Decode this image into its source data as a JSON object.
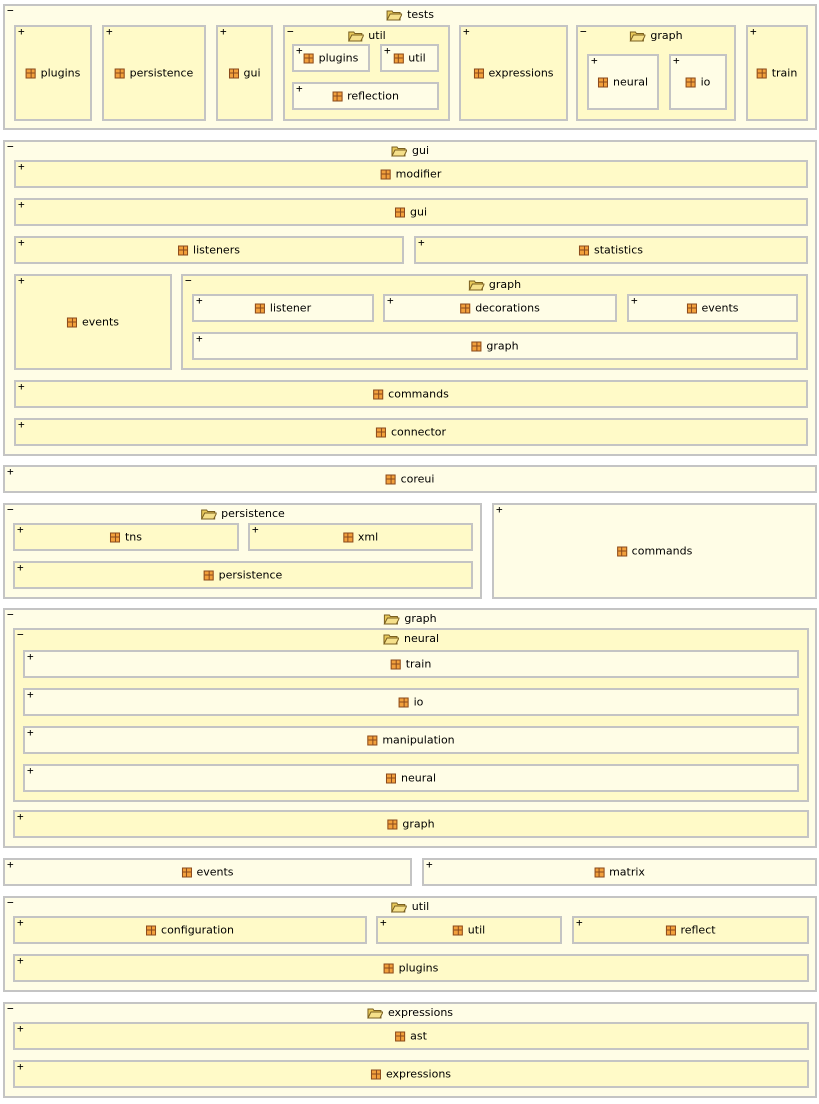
{
  "packages": {
    "tests": {
      "label": "tests",
      "toggle": "−",
      "plugins": "plugins",
      "persistence": "persistence",
      "gui": "gui",
      "util": {
        "label": "util",
        "toggle": "−",
        "plugins": "plugins",
        "util": "util",
        "reflection": "reflection"
      },
      "expressions": "expressions",
      "graph": {
        "label": "graph",
        "toggle": "−",
        "neural": "neural",
        "io": "io"
      },
      "train": "train"
    },
    "gui": {
      "label": "gui",
      "toggle": "−",
      "modifier": "modifier",
      "gui": "gui",
      "listeners": "listeners",
      "statistics": "statistics",
      "events": "events",
      "graph": {
        "label": "graph",
        "toggle": "−",
        "listener": "listener",
        "decorations": "decorations",
        "events": "events",
        "graph": "graph"
      },
      "commands": "commands",
      "connector": "connector"
    },
    "coreui": {
      "label": "coreui"
    },
    "persistence": {
      "label": "persistence",
      "toggle": "−",
      "tns": "tns",
      "xml": "xml",
      "persistence": "persistence"
    },
    "commands": {
      "label": "commands"
    },
    "graph": {
      "label": "graph",
      "toggle": "−",
      "neural": {
        "label": "neural",
        "toggle": "−",
        "train": "train",
        "io": "io",
        "manipulation": "manipulation",
        "neural": "neural"
      },
      "graph": "graph"
    },
    "events": {
      "label": "events"
    },
    "matrix": {
      "label": "matrix"
    },
    "util": {
      "label": "util",
      "toggle": "−",
      "configuration": "configuration",
      "util": "util",
      "reflect": "reflect",
      "plugins": "plugins"
    },
    "expressions": {
      "label": "expressions",
      "toggle": "−",
      "ast": "ast",
      "expressions": "expressions"
    }
  },
  "expand_toggle": "+",
  "icons": {
    "package": "package-icon",
    "open_package": "open-folder-icon"
  },
  "colors": {
    "outer_fill": "#fffde6",
    "inner_fill": "#fffac8",
    "border": "#c4c4c4",
    "icon_fill": "#f2a03c",
    "icon_line": "#8a4a1c"
  }
}
